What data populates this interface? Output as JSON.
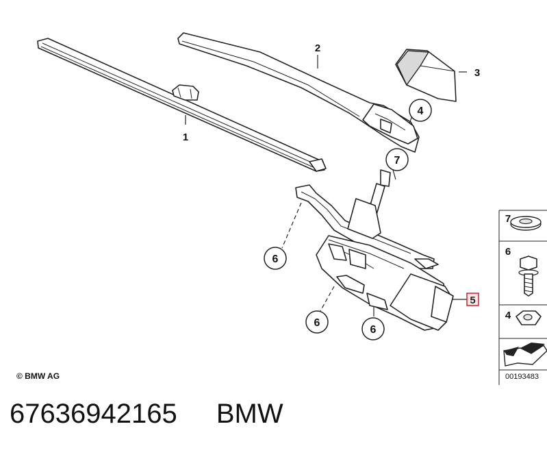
{
  "callouts": {
    "blade": "1",
    "arm": "2",
    "cap": "3",
    "nut": "4",
    "motor": "5",
    "bolt_a": "6",
    "bolt_b": "6",
    "bolt_c": "6",
    "seal": "7"
  },
  "legend": {
    "items": [
      {
        "number": "7",
        "part": "rubber-grommet-icon"
      },
      {
        "number": "6",
        "part": "hex-bolt-icon"
      },
      {
        "number": "4",
        "part": "hex-nut-icon"
      }
    ],
    "arrow": "direction-arrow-icon",
    "code": "00193483"
  },
  "copyright": "© BMW AG",
  "footer": {
    "part_number": "67636942165",
    "brand": "BMW"
  }
}
